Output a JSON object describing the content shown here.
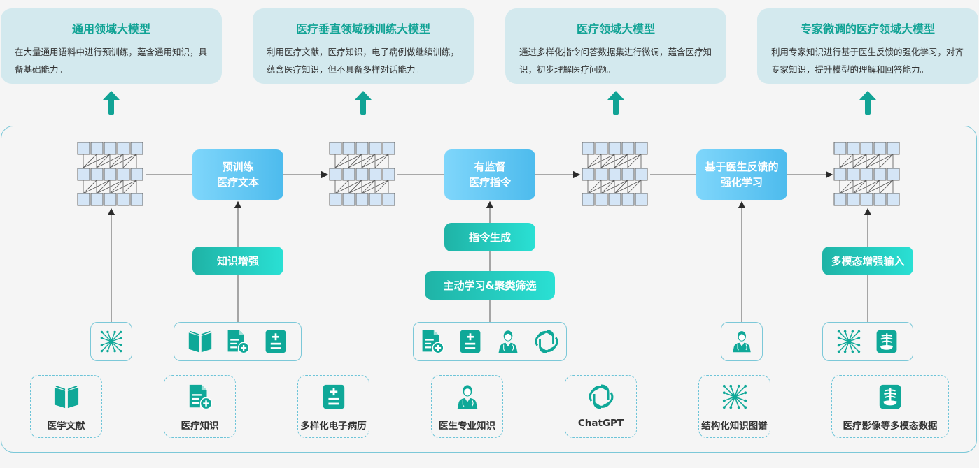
{
  "colors": {
    "accent_teal": "#11a395",
    "icon_teal": "#0fa898",
    "card_bg": "#d3e9ee",
    "frame_border": "#7cc8d8",
    "blue_box_start": "#7fd6fb",
    "blue_box_end": "#4dbbed",
    "teal_box_start": "#1fb3a6",
    "teal_box_end": "#2ae0d4",
    "grid_cell": "#d4e5f6"
  },
  "stages": [
    {
      "title": "通用领域大模型",
      "desc": "在大量通用语料中进行预训练，蕴含通用知识，具备基础能力。"
    },
    {
      "title": "医疗垂直领域预训练大模型",
      "desc": "利用医疗文献，医疗知识，电子病例做继续训练，蕴含医疗知识，但不具备多样对话能力。"
    },
    {
      "title": "医疗领域大模型",
      "desc": "通过多样化指令问答数据集进行微调，蕴含医疗知识，初步理解医疗问题。"
    },
    {
      "title": "专家微调的医疗领域大模型",
      "desc": "利用专家知识进行基于医生反馈的强化学习，对齐专家知识，提升模型的理解和回答能力。"
    }
  ],
  "training_steps": [
    {
      "line1": "预训练",
      "line2": "医疗文本"
    },
    {
      "line1": "有监督",
      "line2": "医疗指令"
    },
    {
      "line1": "基于医生反馈的",
      "line2": "强化学习"
    }
  ],
  "processes": {
    "knowledge_enhance": "知识增强",
    "instruction_gen": "指令生成",
    "active_learning": "主动学习&聚类筛选",
    "multimodal_input": "多模态增强输入"
  },
  "icon_groups": [
    [
      "knowledge-graph-icon"
    ],
    [
      "book-icon",
      "document-plus-icon",
      "medical-record-icon"
    ],
    [
      "document-plus-icon",
      "medical-record-icon",
      "doctor-icon",
      "chatgpt-icon"
    ],
    [
      "doctor-icon"
    ],
    [
      "knowledge-graph-icon",
      "xray-icon"
    ]
  ],
  "sources": [
    {
      "icon": "book-icon",
      "label": "医学文献"
    },
    {
      "icon": "document-plus-icon",
      "label": "医疗知识"
    },
    {
      "icon": "medical-record-icon",
      "label": "多样化电子病历"
    },
    {
      "icon": "doctor-icon",
      "label": "医生专业知识"
    },
    {
      "icon": "chatgpt-icon",
      "label": "ChatGPT"
    },
    {
      "icon": "knowledge-graph-icon",
      "label": "结构化知识图谱"
    },
    {
      "icon": "xray-icon",
      "label": "医疗影像等多模态数据"
    }
  ]
}
